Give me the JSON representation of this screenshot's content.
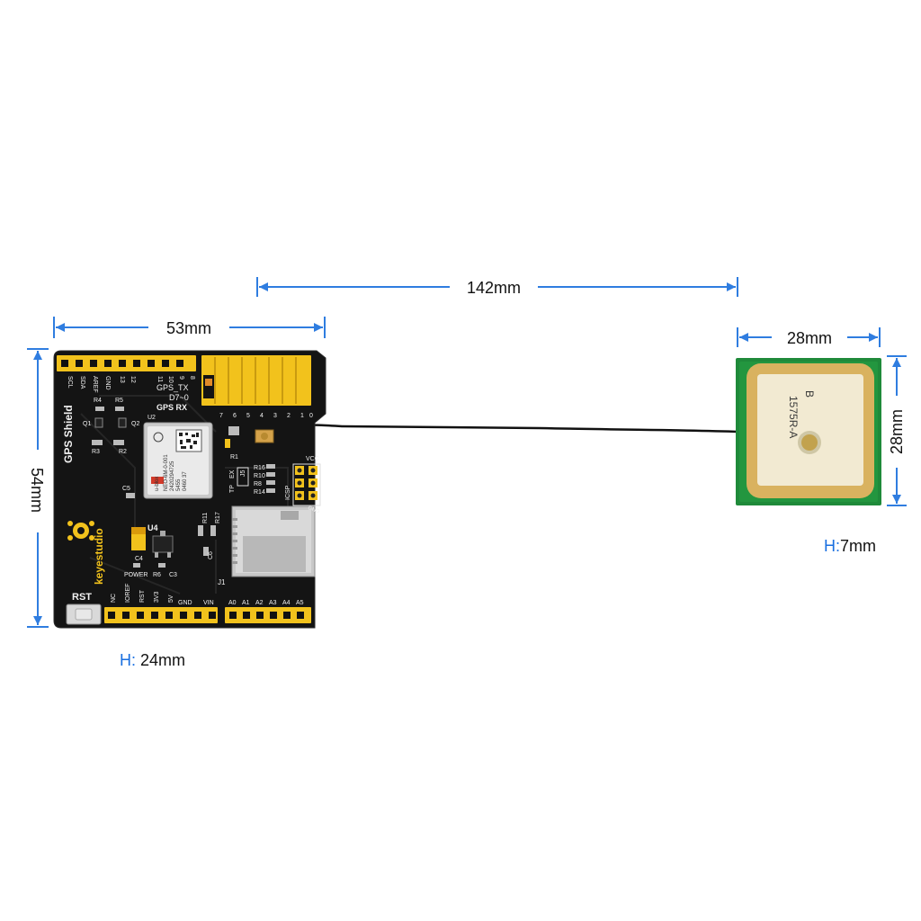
{
  "colors": {
    "dimension": "#2f7de0",
    "board": "#141414",
    "header": "#f2c21c",
    "antenna_pcb": "#1f8a3a",
    "ceramic": "#d9b25f"
  },
  "dimensions": {
    "cable_length": "142mm",
    "board_width": "53mm",
    "board_height": "54mm",
    "board_thickness_prefix": "H:",
    "board_thickness_value": "24mm",
    "antenna_width": "28mm",
    "antenna_height": "28mm",
    "antenna_thickness_prefix": "H:",
    "antenna_thickness_value": "7mm"
  },
  "board": {
    "title": "GPS Shield",
    "brand": "keyestudio",
    "reset_label": "RST",
    "power_label": "POWER",
    "tx_label": "GPS_TX",
    "pin_range_label": "D7~0",
    "rx_label": "GPS RX",
    "icsp_label": "ICSP",
    "vcc_label": "VCC",
    "gnd_label": "GND",
    "top_pins": [
      "SCL",
      "SDA",
      "AREF",
      "GND",
      "13",
      "12",
      "11",
      "10",
      "9",
      "8"
    ],
    "top_right_pins": [
      "7",
      "6",
      "5",
      "4",
      "3",
      "2",
      "1",
      "0"
    ],
    "bottom_pins": [
      "NC",
      "IOREF",
      "RST",
      "3V3",
      "5V",
      "GND",
      "VIN"
    ],
    "analog_pins": [
      "A0",
      "A1",
      "A2",
      "A3",
      "A4",
      "A5"
    ],
    "components": [
      "R4",
      "R5",
      "Q1",
      "Q2",
      "R3",
      "R2",
      "U2",
      "R1",
      "C5",
      "U4",
      "C4",
      "R6",
      "C3",
      "R11",
      "R17",
      "C6",
      "J1",
      "R16",
      "R10",
      "R8",
      "R14",
      "J5",
      "TP",
      "EX"
    ],
    "module": {
      "brand": "u-blox",
      "lines": [
        "NEO-6M-0-001",
        "2420294725",
        "5455",
        "0460  37"
      ]
    }
  },
  "antenna": {
    "marking": "1575R-A",
    "sub_marking": "B"
  }
}
